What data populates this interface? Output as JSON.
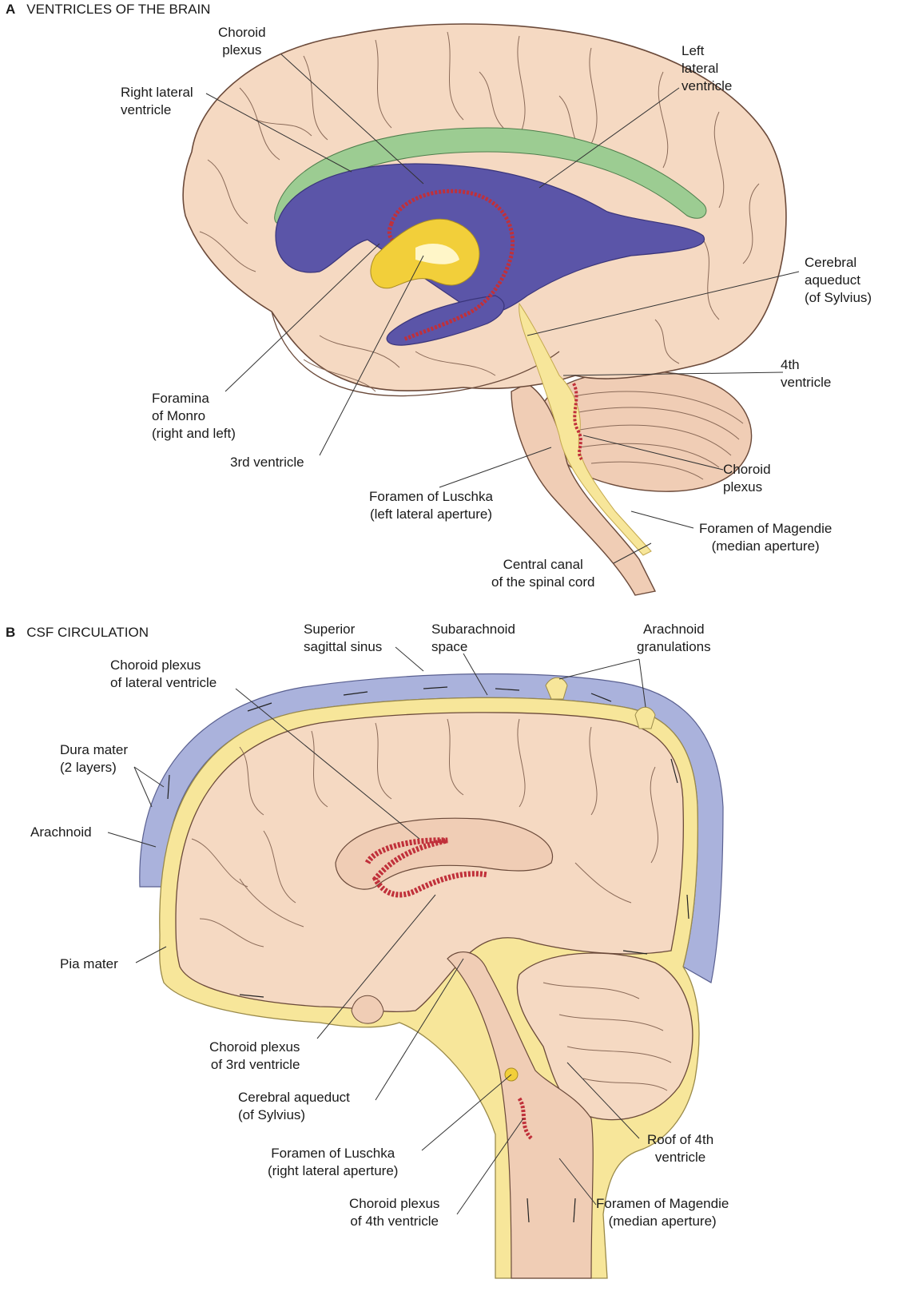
{
  "panel_a": {
    "letter": "A",
    "title": "VENTRICLES OF THE BRAIN",
    "labels": {
      "choroid_plexus_top": [
        "Choroid",
        "plexus"
      ],
      "left_lateral_ventricle": [
        "Left",
        "lateral",
        "ventricle"
      ],
      "right_lateral_ventricle": [
        "Right lateral",
        "ventricle"
      ],
      "cerebral_aqueduct": [
        "Cerebral",
        "aqueduct",
        "(of Sylvius)"
      ],
      "fourth_ventricle": [
        "4th",
        "ventricle"
      ],
      "foramina_monro": [
        "Foramina",
        "of Monro",
        "(right and left)"
      ],
      "third_ventricle": [
        "3rd ventricle"
      ],
      "choroid_plexus_cerebellum": [
        "Choroid",
        "plexus"
      ],
      "foramen_luschka": [
        "Foramen of Luschka",
        "(left lateral aperture)"
      ],
      "foramen_magendie": [
        "Foramen of Magendie",
        "(median aperture)"
      ],
      "central_canal": [
        "Central canal",
        "of the spinal cord"
      ]
    }
  },
  "panel_b": {
    "letter": "B",
    "title": "CSF CIRCULATION",
    "labels": {
      "superior_sagittal_sinus": [
        "Superior",
        "sagittal sinus"
      ],
      "subarachnoid_space": [
        "Subarachnoid",
        "space"
      ],
      "arachnoid_granulations": [
        "Arachnoid",
        "granulations"
      ],
      "choroid_plexus_lateral": [
        "Choroid plexus",
        "of lateral ventricle"
      ],
      "dura_mater": [
        "Dura mater",
        "(2 layers)"
      ],
      "arachnoid": [
        "Arachnoid"
      ],
      "pia_mater": [
        "Pia mater"
      ],
      "choroid_plexus_third": [
        "Choroid plexus",
        "of 3rd ventricle"
      ],
      "cerebral_aqueduct_b": [
        "Cerebral aqueduct",
        "(of Sylvius)"
      ],
      "foramen_luschka_b": [
        "Foramen of Luschka",
        "(right lateral aperture)"
      ],
      "choroid_plexus_fourth": [
        "Choroid plexus",
        "of 4th ventricle"
      ],
      "roof_fourth": [
        "Roof of 4th",
        "ventricle"
      ],
      "foramen_magendie_b": [
        "Foramen of Magendie",
        "(median aperture)"
      ]
    }
  },
  "colors": {
    "brain": "#f5d9c2",
    "brain_line": "#6b4a3a",
    "ventricle": "#5b55a8",
    "green": "#8cc08a",
    "csf_yellow": "#f7e69a",
    "csf_bright": "#f2cf3a",
    "plexus": "#c0303a",
    "dura": "#aab2dc"
  }
}
